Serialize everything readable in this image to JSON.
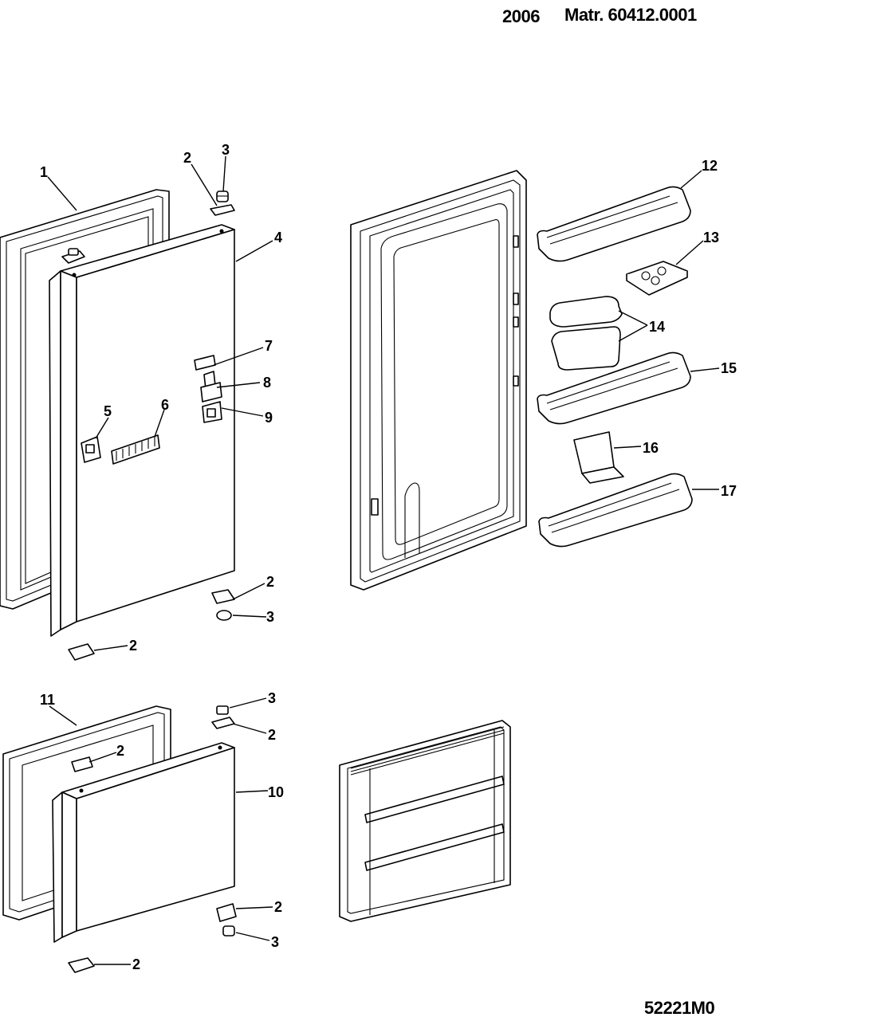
{
  "header": {
    "year": "2006",
    "matr": "Matr. 60412.0001"
  },
  "footer": {
    "code": "52221M0"
  },
  "callouts": {
    "c1": "1",
    "c2": "2",
    "c3": "3",
    "c4": "4",
    "c5": "5",
    "c6": "6",
    "c7": "7",
    "c8": "8",
    "c9": "9",
    "c10": "10",
    "c11": "11",
    "c12": "12",
    "c13": "13",
    "c14": "14",
    "c15": "15",
    "c16": "16",
    "c17": "17"
  }
}
